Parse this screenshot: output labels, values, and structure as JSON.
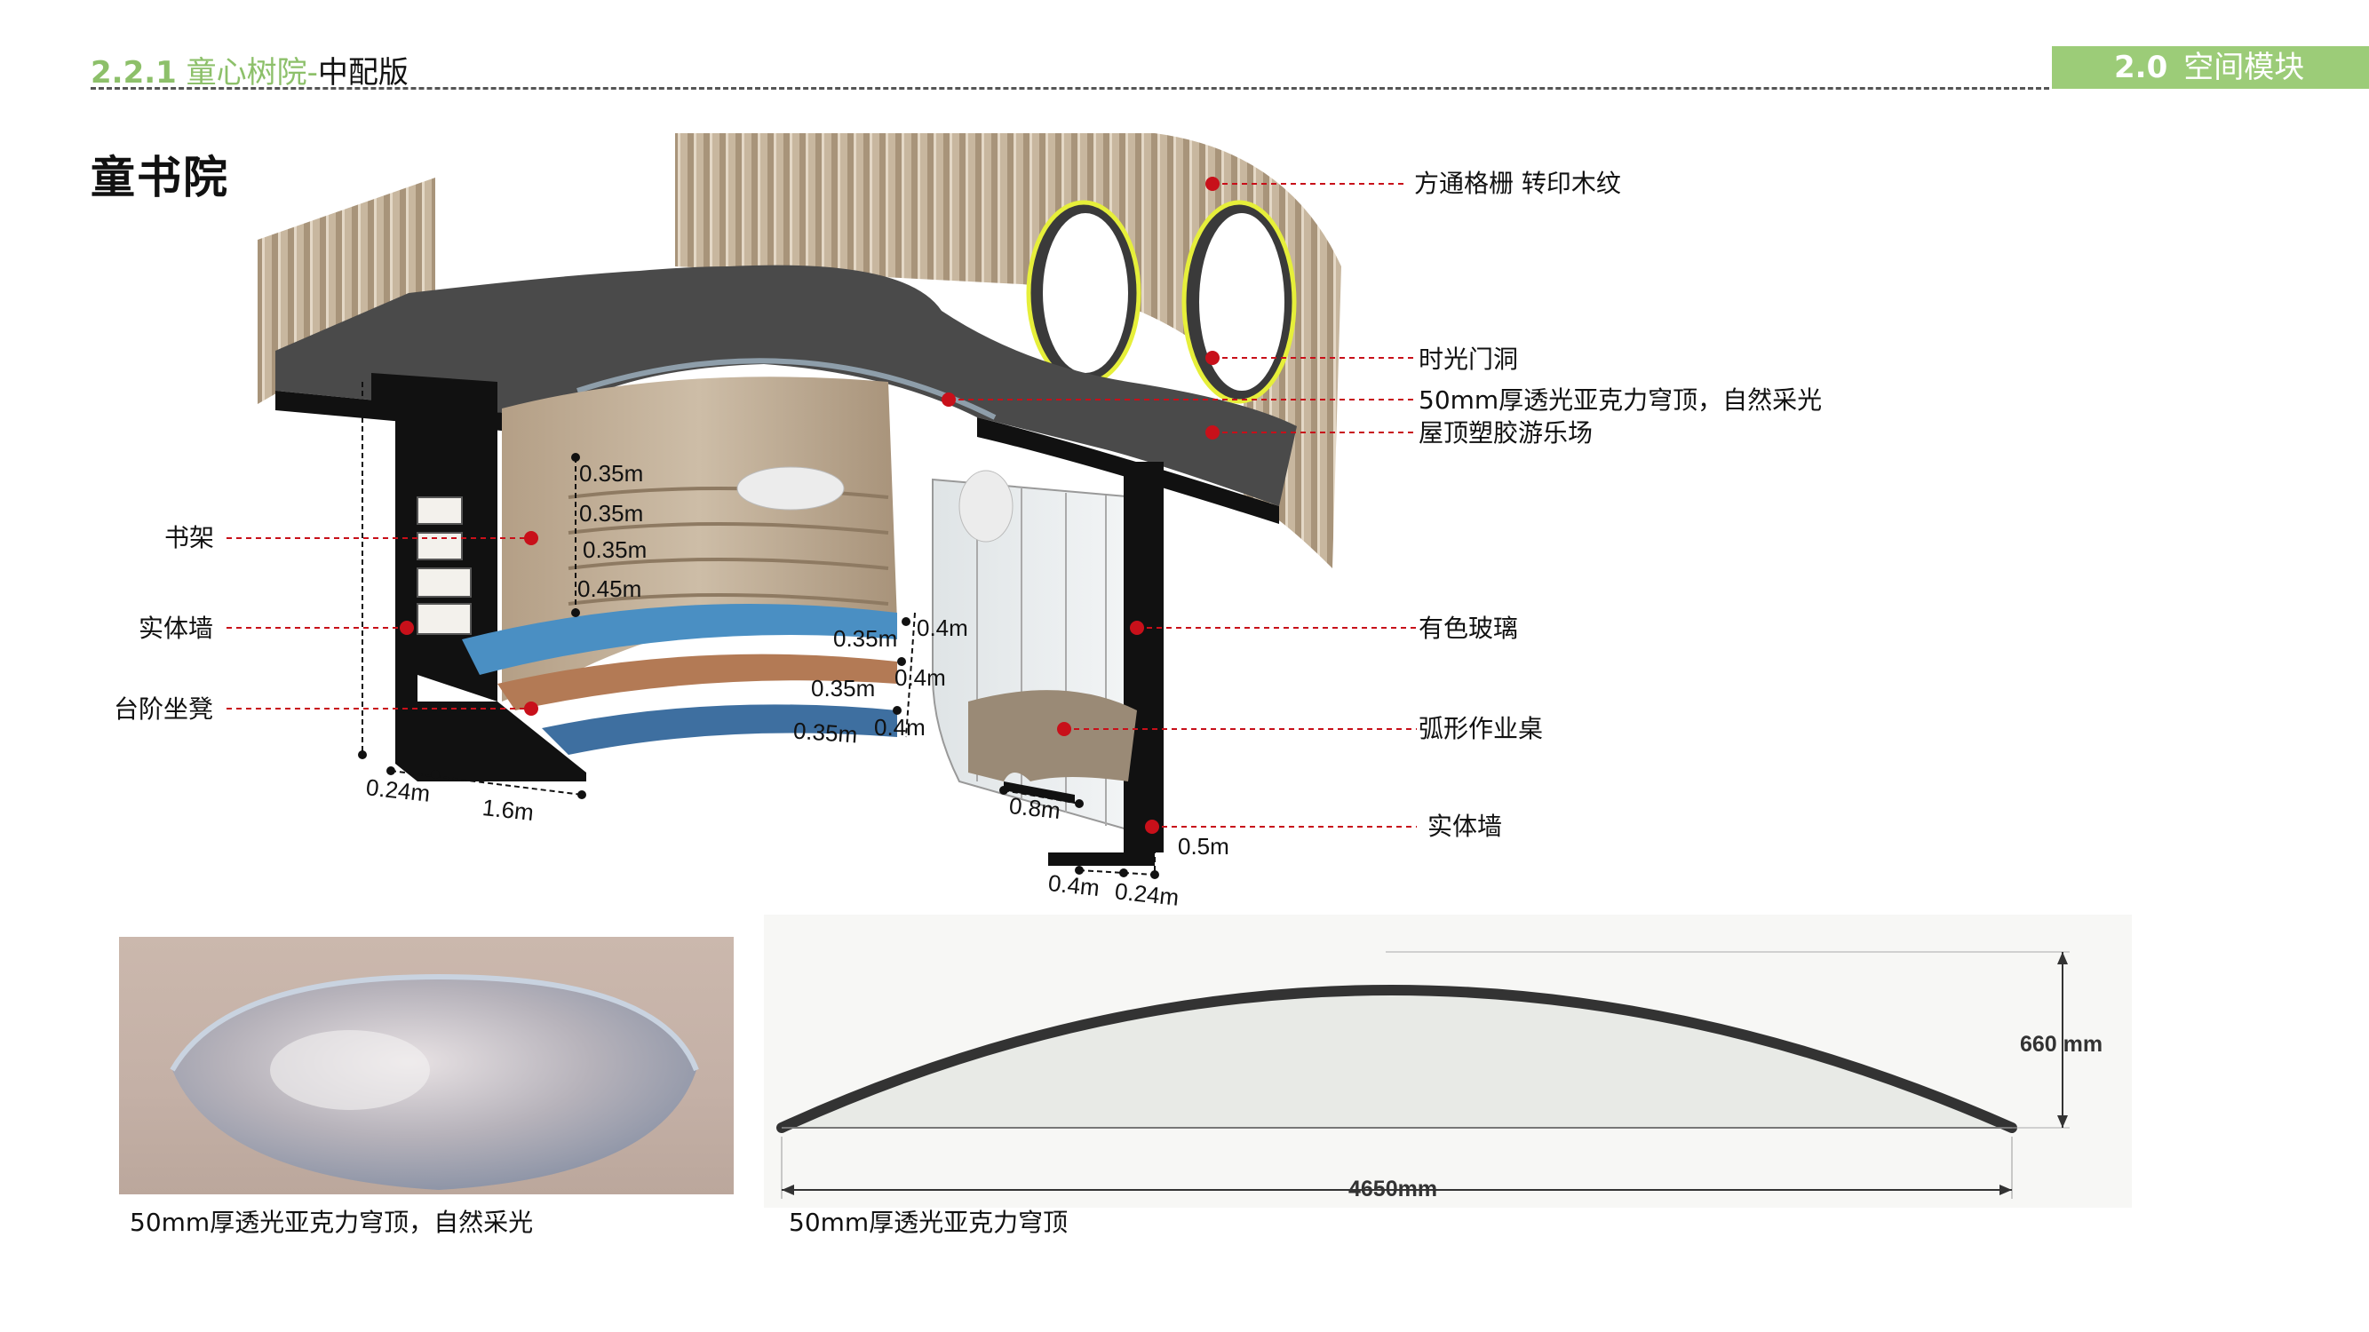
{
  "header": {
    "section_number": "2.2.1",
    "section_title": " 童心树院-",
    "section_subtitle": "中配版",
    "tab_number": "2.0",
    "tab_label": "空间模块"
  },
  "page_title": "童书院",
  "callouts": {
    "grille": "方通格栅 转印木纹",
    "time_door": "时光门洞",
    "dome_roof": "50mm厚透光亚克力穹顶，自然采光",
    "roof_playground": "屋顶塑胶游乐场",
    "bookshelf": "书架",
    "solid_wall_left": "实体墙",
    "step_seats": "台阶坐凳",
    "tinted_glass": "有色玻璃",
    "arc_desk": "弧形作业桌",
    "solid_wall_right": "实体墙"
  },
  "dimensions": {
    "shelf_1": "0.35m",
    "shelf_2": "0.35m",
    "shelf_3": "0.35m",
    "shelf_4": "0.45m",
    "step_depth_1": "0.35m",
    "step_depth_2": "0.35m",
    "step_depth_3": "0.35m",
    "step_height_1": "0.4m",
    "step_height_2": "0.4m",
    "step_height_3": "0.4m",
    "wall_thickness": "0.24m",
    "stair_width": "1.6m",
    "desk_depth": "0.8m",
    "wall_height": "0.5m",
    "base_1": "0.4m",
    "base_2": "0.24m"
  },
  "dome_section": {
    "height_label": "660 mm",
    "width_label": "4650mm",
    "caption": "50mm厚透光亚克力穹顶"
  },
  "dome_photo": {
    "caption": "50mm厚透光亚克力穹顶，自然采光"
  },
  "colors": {
    "accent_green": "#8dc06a",
    "callout_red": "#c8101a",
    "wood": "#b8a58e",
    "roof": "#4a4a4a"
  }
}
